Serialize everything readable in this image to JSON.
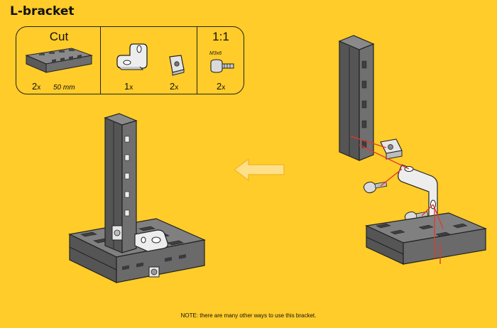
{
  "title": "L-bracket",
  "parts_panel": {
    "cut_header": "Cut",
    "scale_header": "1:1",
    "beam_qty": "2",
    "beam_length": "50 mm",
    "bracket_qty": "1",
    "nut_qty": "2",
    "screw_label": "M3x6",
    "screw_qty": "2",
    "qty_suffix": "x"
  },
  "arrow_direction": "left",
  "note": "NOTE: there are many other ways to use this bracket.",
  "colors": {
    "background": "#FFCC2A",
    "beam": "#6E6E6E",
    "beam_dark": "#4A4A4A",
    "part_light": "#EDEDED",
    "guide_line": "#E03A2E",
    "arrow": "#FFE08A"
  }
}
